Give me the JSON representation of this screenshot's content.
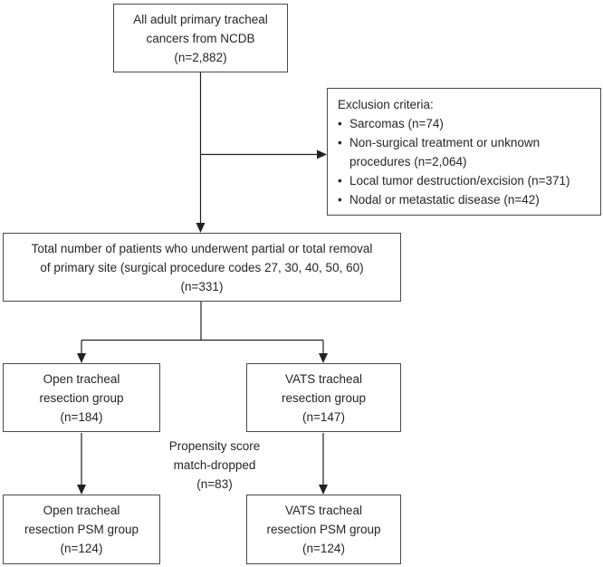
{
  "colors": {
    "background": "#ffffff",
    "box_border": "#4a4a4a",
    "connector": "#222222",
    "text": "#262626"
  },
  "boxes": {
    "source": {
      "lines": [
        "All adult primary tracheal",
        "cancers from NCDB",
        "(n=2,882)"
      ]
    },
    "exclusion": {
      "header": "Exclusion criteria:",
      "bullet_char": "•",
      "bullets": [
        {
          "lines": [
            "Sarcomas (n=74)"
          ]
        },
        {
          "lines": [
            "Non-surgical treatment or unknown",
            "procedures (n=2,064)"
          ]
        },
        {
          "lines": [
            "Local tumor destruction/excision (n=371)"
          ]
        },
        {
          "lines": [
            "Nodal or metastatic disease (n=42)"
          ]
        }
      ]
    },
    "total": {
      "lines": [
        "Total number of patients who underwent partial or total removal",
        "of primary site (surgical procedure codes 27, 30, 40, 50, 60)",
        "(n=331)"
      ]
    },
    "open_group": {
      "lines": [
        "Open tracheal",
        "resection group",
        "(n=184)"
      ]
    },
    "vats_group": {
      "lines": [
        "VATS tracheal",
        "resection group",
        "(n=147)"
      ]
    },
    "open_psm": {
      "lines": [
        "Open tracheal",
        "resection PSM group",
        "(n=124)"
      ]
    },
    "vats_psm": {
      "lines": [
        "VATS tracheal",
        "resection PSM group",
        "(n=124)"
      ]
    }
  },
  "note": {
    "lines": [
      "Propensity score",
      "match-dropped",
      "(n=83)"
    ]
  },
  "edges": [
    {
      "from": "source",
      "to": "total",
      "style": "arrow"
    },
    {
      "from": "source",
      "to": "exclusion",
      "style": "arrow"
    },
    {
      "from": "total",
      "to": "open_group",
      "style": "arrow"
    },
    {
      "from": "total",
      "to": "vats_group",
      "style": "arrow"
    },
    {
      "from": "open_group",
      "to": "open_psm",
      "style": "arrow"
    },
    {
      "from": "vats_group",
      "to": "vats_psm",
      "style": "arrow"
    }
  ]
}
